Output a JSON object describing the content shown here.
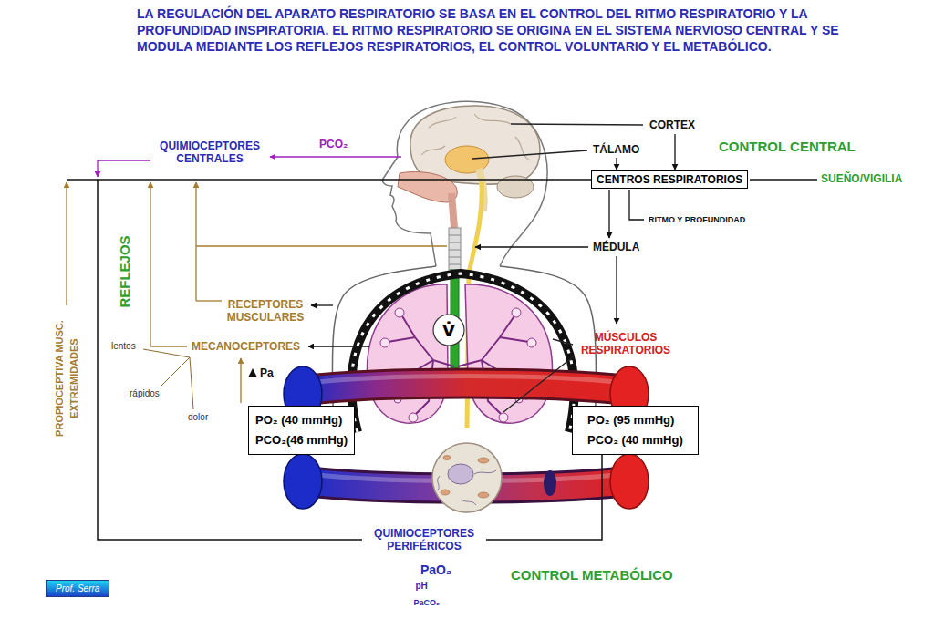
{
  "diagram": {
    "title": "LA REGULACIÓN DEL APARATO RESPIRATORIO SE BASA EN EL CONTROL DEL RITMO RESPIRATORIO Y LA PROFUNDIDAD INSPIRATORIA. EL RITMO RESPIRATORIO SE ORIGINA EN EL SISTEMA NERVIOSO CENTRAL Y SE MODULA MEDIANTE LOS REFLEJOS RESPIRATORIOS, EL CONTROL VOLUNTARIO Y EL METABÓLICO.",
    "nodes": [
      {
        "text": [
          "CENTROS RESPIRATORIOS"
        ]
      },
      {
        "text": [
          "V̇"
        ]
      },
      {
        "text": [
          "PO₂ (40 mmHg)",
          "PCO₂(46 mmHg)"
        ]
      },
      {
        "text": [
          "PO₂ (95 mmHg)",
          "PCO₂ (40 mmHg)"
        ]
      },
      {
        "text": [
          "Prof. Serra"
        ]
      }
    ],
    "edges": [
      {
        "from": 3,
        "to": 0,
        "label": "QUIMIOCEPTORES PERIFÉRICOS",
        "arrow": "none"
      }
    ],
    "labels": [
      "CORTEX",
      "QUIMIOCEPTORES CENTRALES",
      "PCO₂",
      "TÁLAMO",
      "CONTROL CENTRAL",
      "SUEÑO/VIGILIA",
      "RITMO Y PROFUNDIDAD",
      "MÉDULA",
      "REFLEJOS",
      "RECEPTORES MUSCULARES",
      "MÚSCULOS RESPIRATORIOS",
      "lentos",
      "MECANOCEPTORES",
      "PROPIOCEPTIVA MUSC. EXTREMIDADES",
      "Pa",
      "rápidos",
      "dolor",
      "PaO₂",
      "CONTROL METABÓLICO",
      "pH",
      "PaCO₂"
    ]
  }
}
